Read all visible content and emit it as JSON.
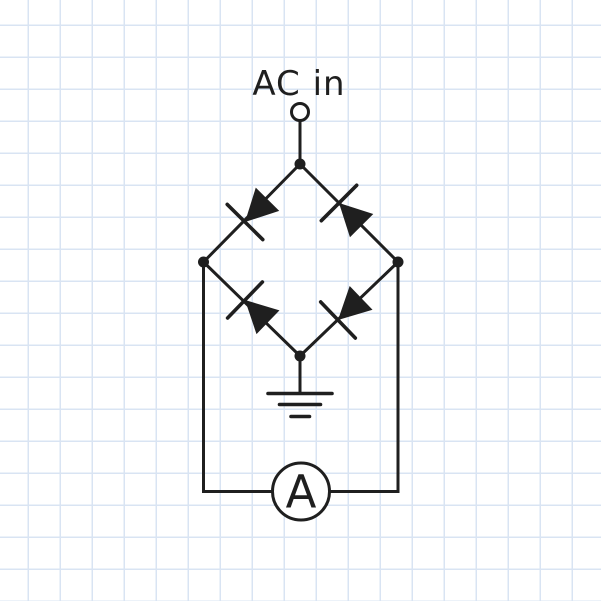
{
  "labels": {
    "source": "AC in",
    "ammeter": "A"
  },
  "icons": {
    "terminal": "open-terminal",
    "diode_top_left": "diode",
    "diode_top_right": "diode",
    "diode_bottom_left": "diode",
    "diode_bottom_right": "diode",
    "ground": "earth-ground",
    "ammeter": "ammeter"
  },
  "colors": {
    "line": "#1f1f1f",
    "grid": "#d9e4f3",
    "background": "#ffffff"
  }
}
